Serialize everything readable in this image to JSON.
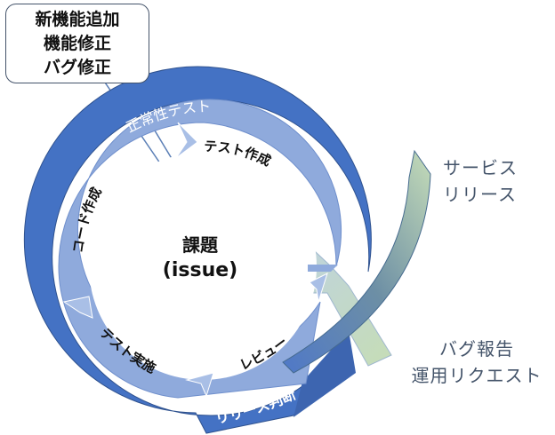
{
  "callout": {
    "lines": [
      "新機能追加",
      "機能修正",
      "バグ修正"
    ]
  },
  "center": {
    "title": "課題",
    "subtitle": "(issue)"
  },
  "outer_ring": {
    "top_label": "正常性テスト",
    "bottom_label": "リリース判断"
  },
  "inner_ring": {
    "labels": [
      "テスト作成",
      "コード作成",
      "テスト実施",
      "レビュー"
    ]
  },
  "release": {
    "lines": [
      "サービス",
      "リリース"
    ]
  },
  "feedback": {
    "lines": [
      "バグ報告",
      "運用リクエスト"
    ]
  },
  "colors": {
    "outer_ring": "#4472c4",
    "inner_ring": "#8faadc",
    "arrow_green": "#b4cfa8",
    "text_blue": "#44546a"
  }
}
